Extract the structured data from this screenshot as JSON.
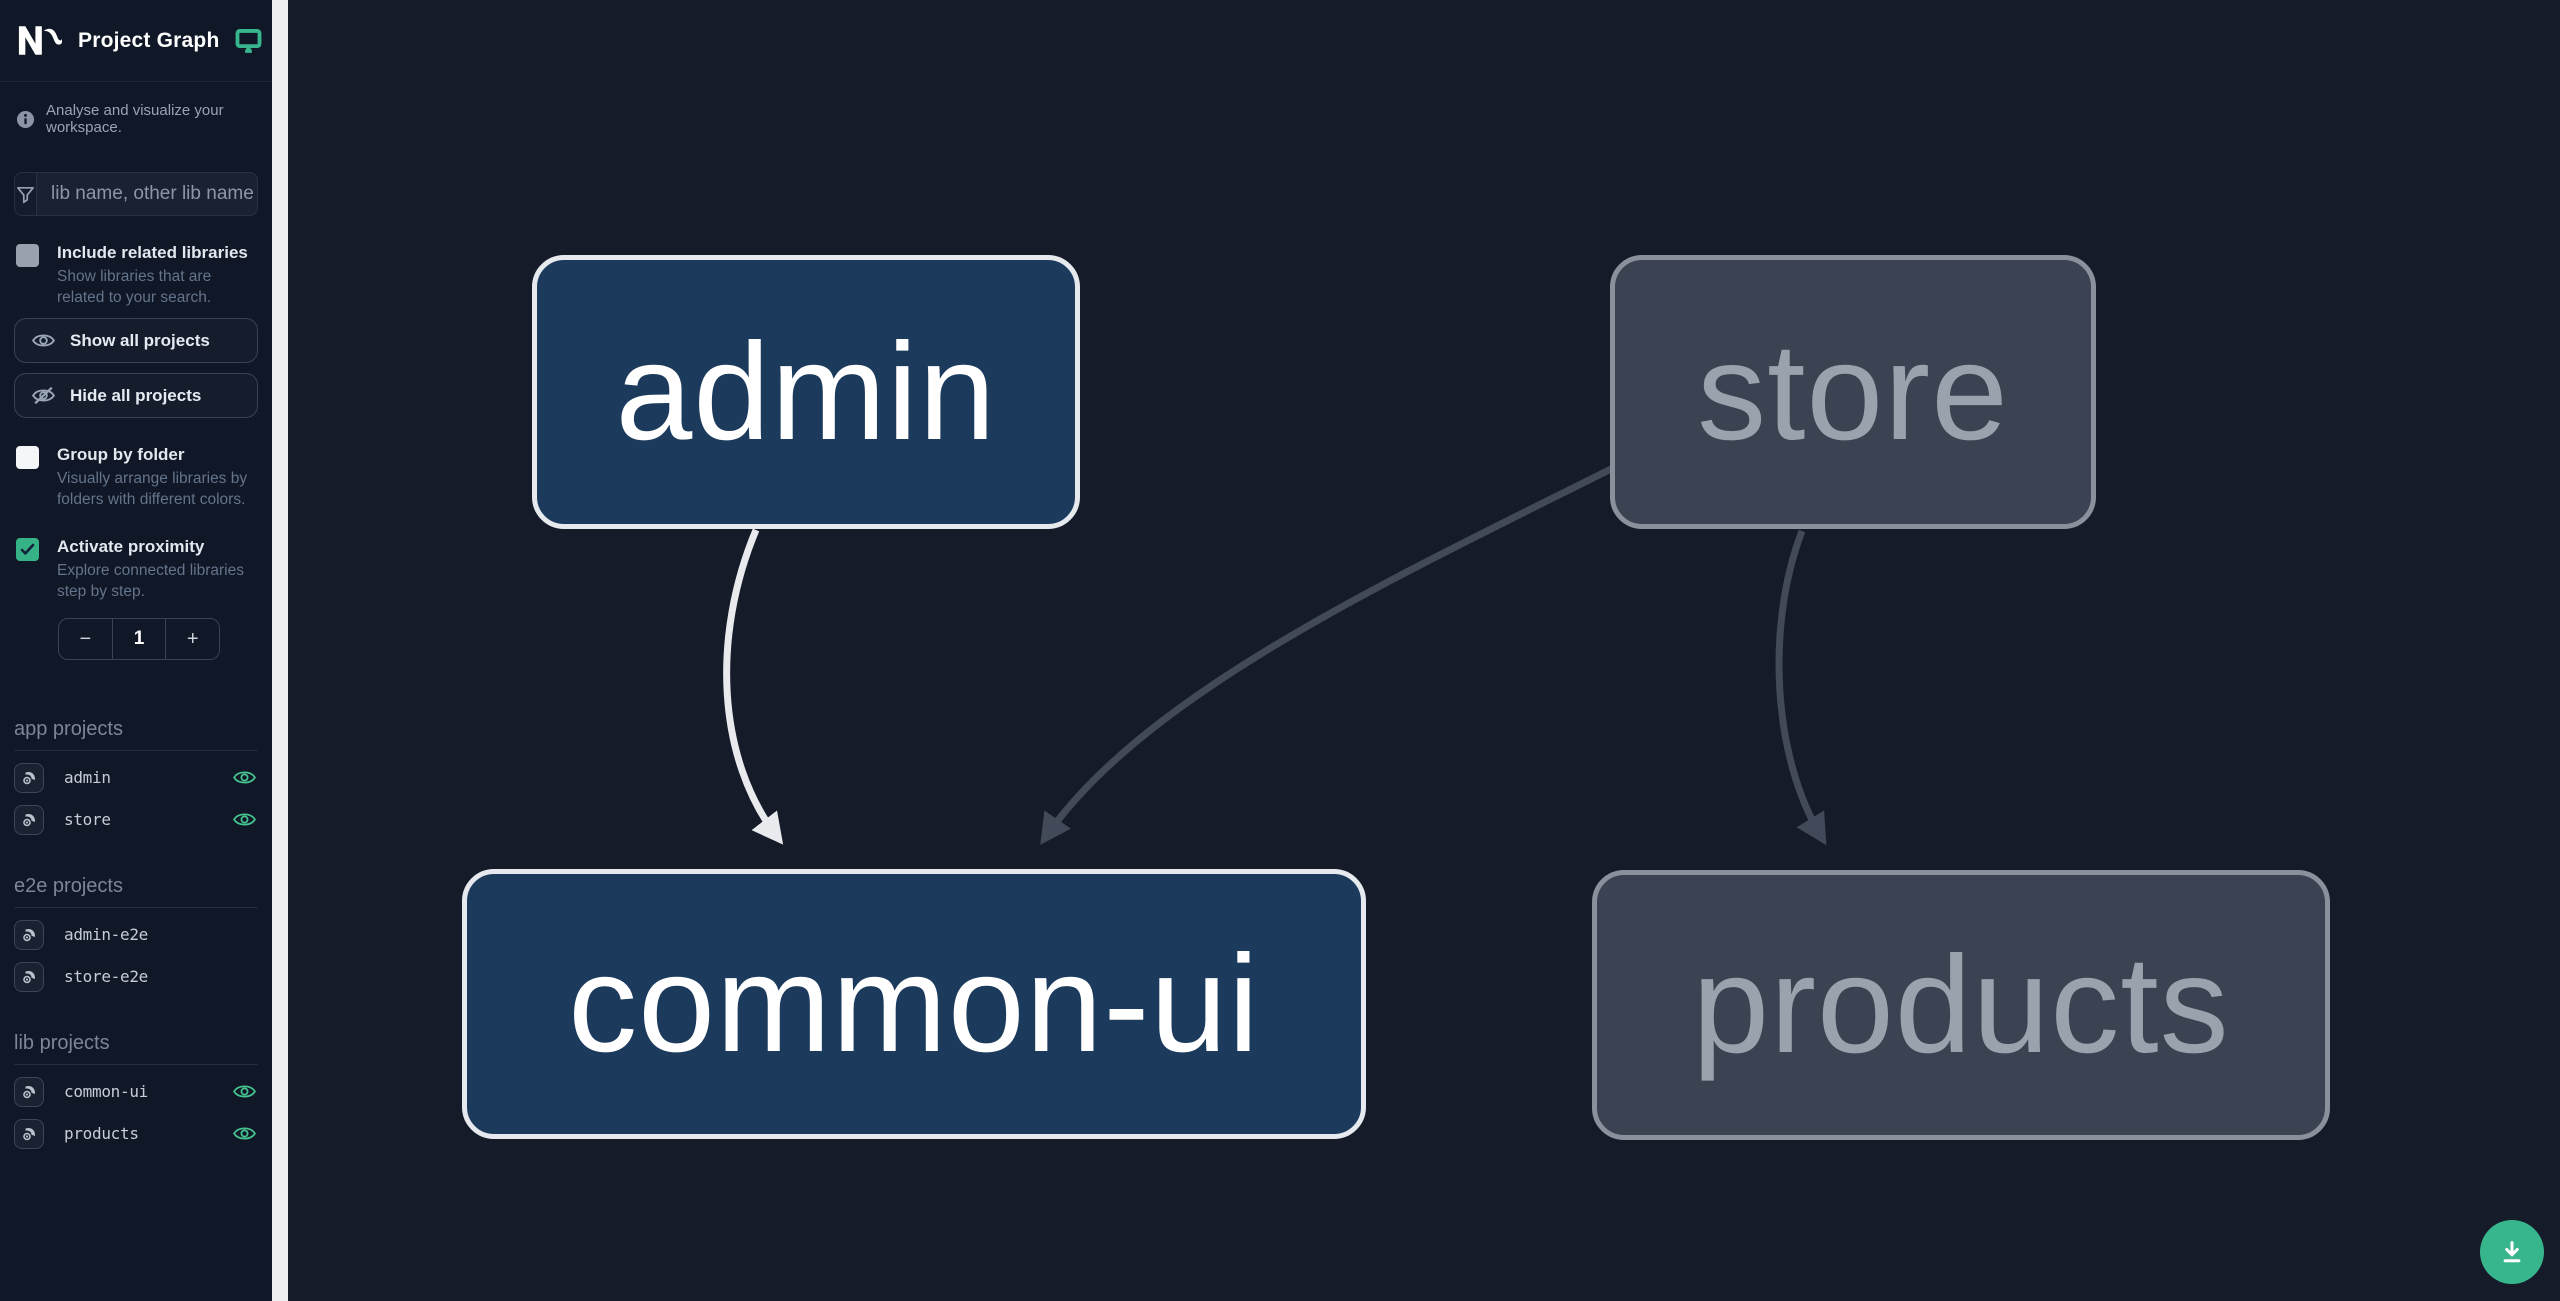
{
  "header": {
    "title": "Project Graph"
  },
  "sidebar": {
    "tagline": "Analyse and visualize your workspace.",
    "search": {
      "placeholder": "lib name, other lib name"
    },
    "options": [
      {
        "label": "Include related libraries",
        "description": "Show libraries that are related to your search.",
        "checked": false
      },
      {
        "label": "Group by folder",
        "description": "Visually arrange libraries by folders with different colors.",
        "checked": false
      },
      {
        "label": "Activate proximity",
        "description": "Explore connected libraries step by step.",
        "checked": true
      }
    ],
    "buttons": {
      "show_all": "Show all projects",
      "hide_all": "Hide all projects"
    },
    "proximity_stepper": {
      "decrement": "−",
      "value": "1",
      "increment": "+"
    },
    "sections": [
      {
        "title": "app projects",
        "items": [
          {
            "name": "admin",
            "visible": true
          },
          {
            "name": "store",
            "visible": true
          }
        ]
      },
      {
        "title": "e2e projects",
        "items": [
          {
            "name": "admin-e2e",
            "visible": false
          },
          {
            "name": "store-e2e",
            "visible": false
          }
        ]
      },
      {
        "title": "lib projects",
        "items": [
          {
            "name": "common-ui",
            "visible": true
          },
          {
            "name": "products",
            "visible": true
          }
        ]
      }
    ]
  },
  "graph": {
    "nodes": [
      {
        "id": "admin",
        "label": "admin",
        "state": "focused"
      },
      {
        "id": "store",
        "label": "store",
        "state": "dimmed"
      },
      {
        "id": "common-ui",
        "label": "common-ui",
        "state": "focused"
      },
      {
        "id": "products",
        "label": "products",
        "state": "dimmed"
      }
    ],
    "edges": [
      {
        "from": "admin",
        "to": "common-ui",
        "highlighted": true
      },
      {
        "from": "store",
        "to": "common-ui",
        "highlighted": false
      },
      {
        "from": "store",
        "to": "products",
        "highlighted": false
      }
    ]
  },
  "colors": {
    "accent_green": "#37b68d",
    "eye_green": "#45c28f",
    "node_focused_bg": "#1c3a5c",
    "node_focused_border": "#e6e9ed",
    "node_dimmed_bg": "#3b4352",
    "node_dimmed_border": "#8a919d",
    "edge_highlighted": "#e8eaee",
    "edge_dimmed": "#424a59",
    "sidebar_bg": "#101726",
    "canvas_bg": "#151b28"
  }
}
